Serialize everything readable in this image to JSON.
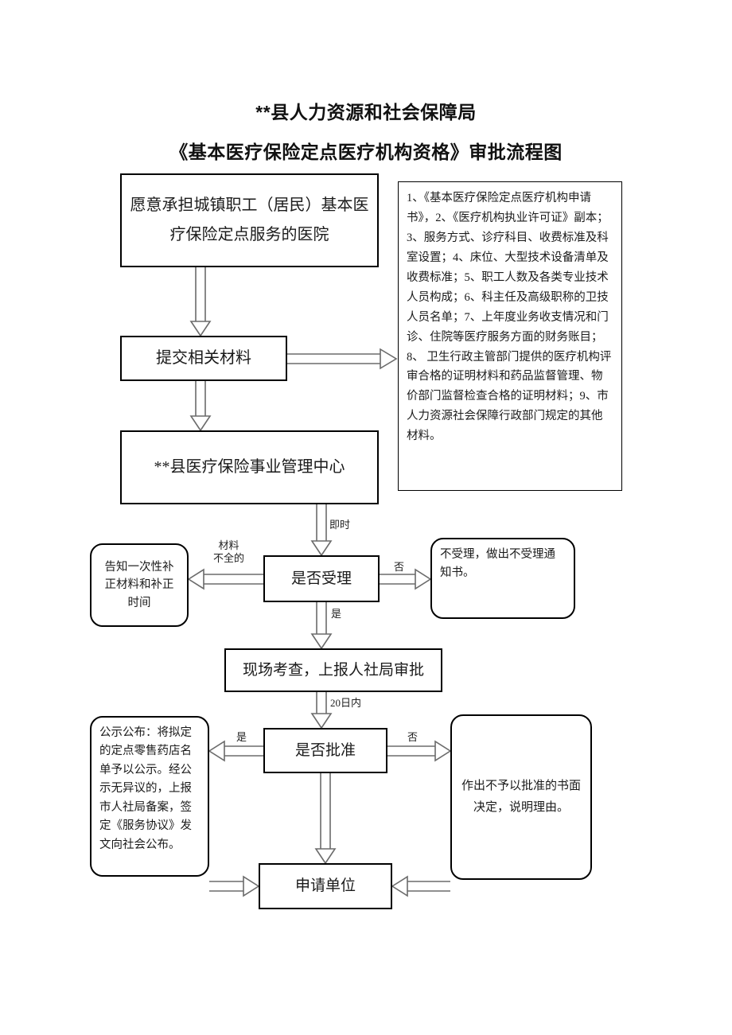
{
  "document": {
    "title_line_1": "**县人力资源和社会保障局",
    "title_line_2": "《基本医疗保险定点医疗机构资格》审批流程图"
  },
  "nodes": {
    "hospital": "愿意承担城镇职工（居民）基本医疗保险定点服务的医院",
    "submit": "提交相关材料",
    "materials_list": "1、《基本医疗保险定点医疗机构申请书》，2、《医疗机构执业许可证》副本；3、服务方式、诊疗科目、收费标准及科室设置；4、床位、大型技术设备清单及收费标准；5、职工人数及各类专业技术人员构成；6、科主任及高级职称的卫技人员名单；7、上年度业务收支情况和门诊、住院等医疗服务方面的财务账目；8、 卫生行政主管部门提供的医疗机构评审合格的证明材料和药品监督管理、物价部门监督检查合格的证明材料；9、市人力资源社会保障行政部门规定的其他材料。",
    "center": "**县医疗保险事业管理中心",
    "accept_decision": "是否受理",
    "notify_fix": "告知一次性补正材料和补正时间",
    "reject_accept": "不受理，做出不受理通知书。",
    "onsite": "现场考查，上报人社局审批",
    "approve_decision": "是否批准",
    "publicity": "公示公布：将拟定的定点零售药店名单予以公示。经公示无异议的，上报市人社局备案，签定《服务协议》发文向社会公布。",
    "reject_approve": "作出不予以批准的书面决定，说明理由。",
    "applicant": "申请单位"
  },
  "edge_labels": {
    "immediate": "即时",
    "incomplete_line1": "材料",
    "incomplete_line2": "不全的",
    "accept_no": "否",
    "accept_yes": "是",
    "within_20_days": "20日内",
    "approve_yes": "是",
    "approve_no": "否"
  },
  "colors": {
    "box_border": "#000000",
    "connector_line": "#6b6b6b",
    "text": "#1a1a1a",
    "background": "#ffffff"
  }
}
